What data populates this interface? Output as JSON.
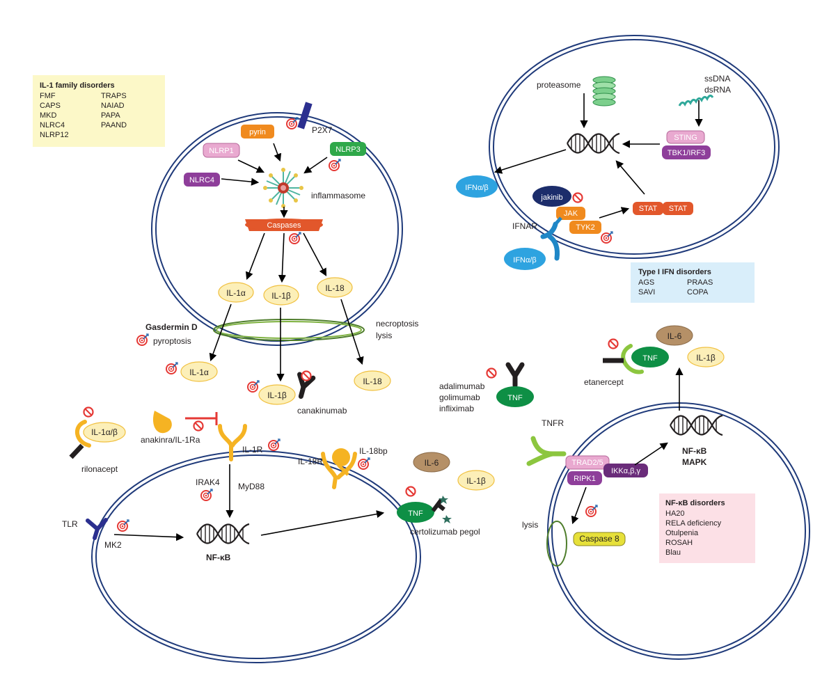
{
  "colors": {
    "membrane": "#1f3a7a",
    "cytokine_fill": "#fcefb8",
    "cytokine_stroke": "#f0c040",
    "tnf": "#0e8f45",
    "il6": "#b59067",
    "caspase": "#e2572b",
    "pyrin": "#f08a1e",
    "nlrp1": "#e9a9d0",
    "nlrp3": "#2fa84a",
    "nlrc4": "#8e3e9a",
    "ifn": "#2ea3e0",
    "jakinib": "#1c2d6b",
    "stat": "#e2572b",
    "sting": "#e9a9d0",
    "tbk": "#8e3e9a",
    "receptor_yellow": "#f5b323",
    "receptor_green": "#8cc63f",
    "receptor_blue": "#1f5fa8",
    "inhibit": "#e53935",
    "target": "#e53935"
  },
  "il1_box": {
    "title": "IL-1 family disorders",
    "col1": [
      "FMF",
      "CAPS",
      "MKD",
      "NLRC4",
      "NLRP12"
    ],
    "col2": [
      "TRAPS",
      "NAIAD",
      "PAPA",
      "PAAND"
    ]
  },
  "ifn_box": {
    "title": "Type I IFN disorders",
    "col1": [
      "AGS",
      "SAVI"
    ],
    "col2": [
      "PRAAS",
      "COPA"
    ]
  },
  "nfkb_box": {
    "title": "NF-κB disorders",
    "items": [
      "HA20",
      "RELA deficiency",
      "Otulpenia",
      "ROSAH",
      "Blau"
    ]
  },
  "inflammasome_cell": {
    "p2x7": "P2X7",
    "pyrin": "pyrin",
    "nlrp1": "NLRP1",
    "nlrp3": "NLRP3",
    "nlrc4": "NLRC4",
    "inflammasome": "inflammasome",
    "caspases": "Caspases",
    "il1a": "IL-1α",
    "il1b": "IL-1β",
    "il18": "IL-18",
    "gasdermin": "Gasdermin D",
    "pyroptosis": "pyroptosis",
    "necroptosis": "necroptosis",
    "lysis": "lysis"
  },
  "released": {
    "il1a": "IL-1α",
    "il1b": "IL-1β",
    "il18": "IL-18",
    "canakinumab": "canakinumab",
    "il1ab": "IL-1α/β",
    "rilonacept": "rilonacept",
    "anakinra": "anakinra/IL-1Ra",
    "il1r": "IL-1R",
    "il18r": "IL-18R",
    "il18bp": "IL-18bp"
  },
  "nfkb_cell": {
    "irak4": "IRAK4",
    "myd88": "MyD88",
    "tlr": "TLR",
    "mk2": "MK2",
    "nfkb": "NF-κB"
  },
  "middle": {
    "il6": "IL-6",
    "il1b": "IL-1β",
    "tnf": "TNF",
    "certolizumab": "certolizumab pegol",
    "tnf2": "TNF",
    "adalimumab": "adalimumab",
    "golimumab": "golimumab",
    "infliximab": "infliximab"
  },
  "ifn_cell": {
    "proteasome": "proteasome",
    "ssdna": "ssDNA",
    "dsrna": "dsRNA",
    "sting": "STING",
    "tbk": "TBK1/IRF3",
    "ifn_out": "IFNα/β",
    "jakinib": "jakinib",
    "jak": "JAK",
    "tyk2": "TYK2",
    "stat1": "STAT",
    "stat2": "STAT",
    "ifnar": "IFNAR",
    "ifn_in": "IFNα/β"
  },
  "tnf_cell": {
    "il6": "IL-6",
    "tnf": "TNF",
    "il1b": "IL-1β",
    "etanercept": "etanercept",
    "tnfr": "TNFR",
    "trad": "TRAD2/5",
    "ripk1": "RIPK1",
    "ikk": "IKKα,β,γ",
    "nfkb": "NF-κB",
    "mapk": "MAPK",
    "lysis": "lysis",
    "caspase8": "Caspase 8"
  }
}
